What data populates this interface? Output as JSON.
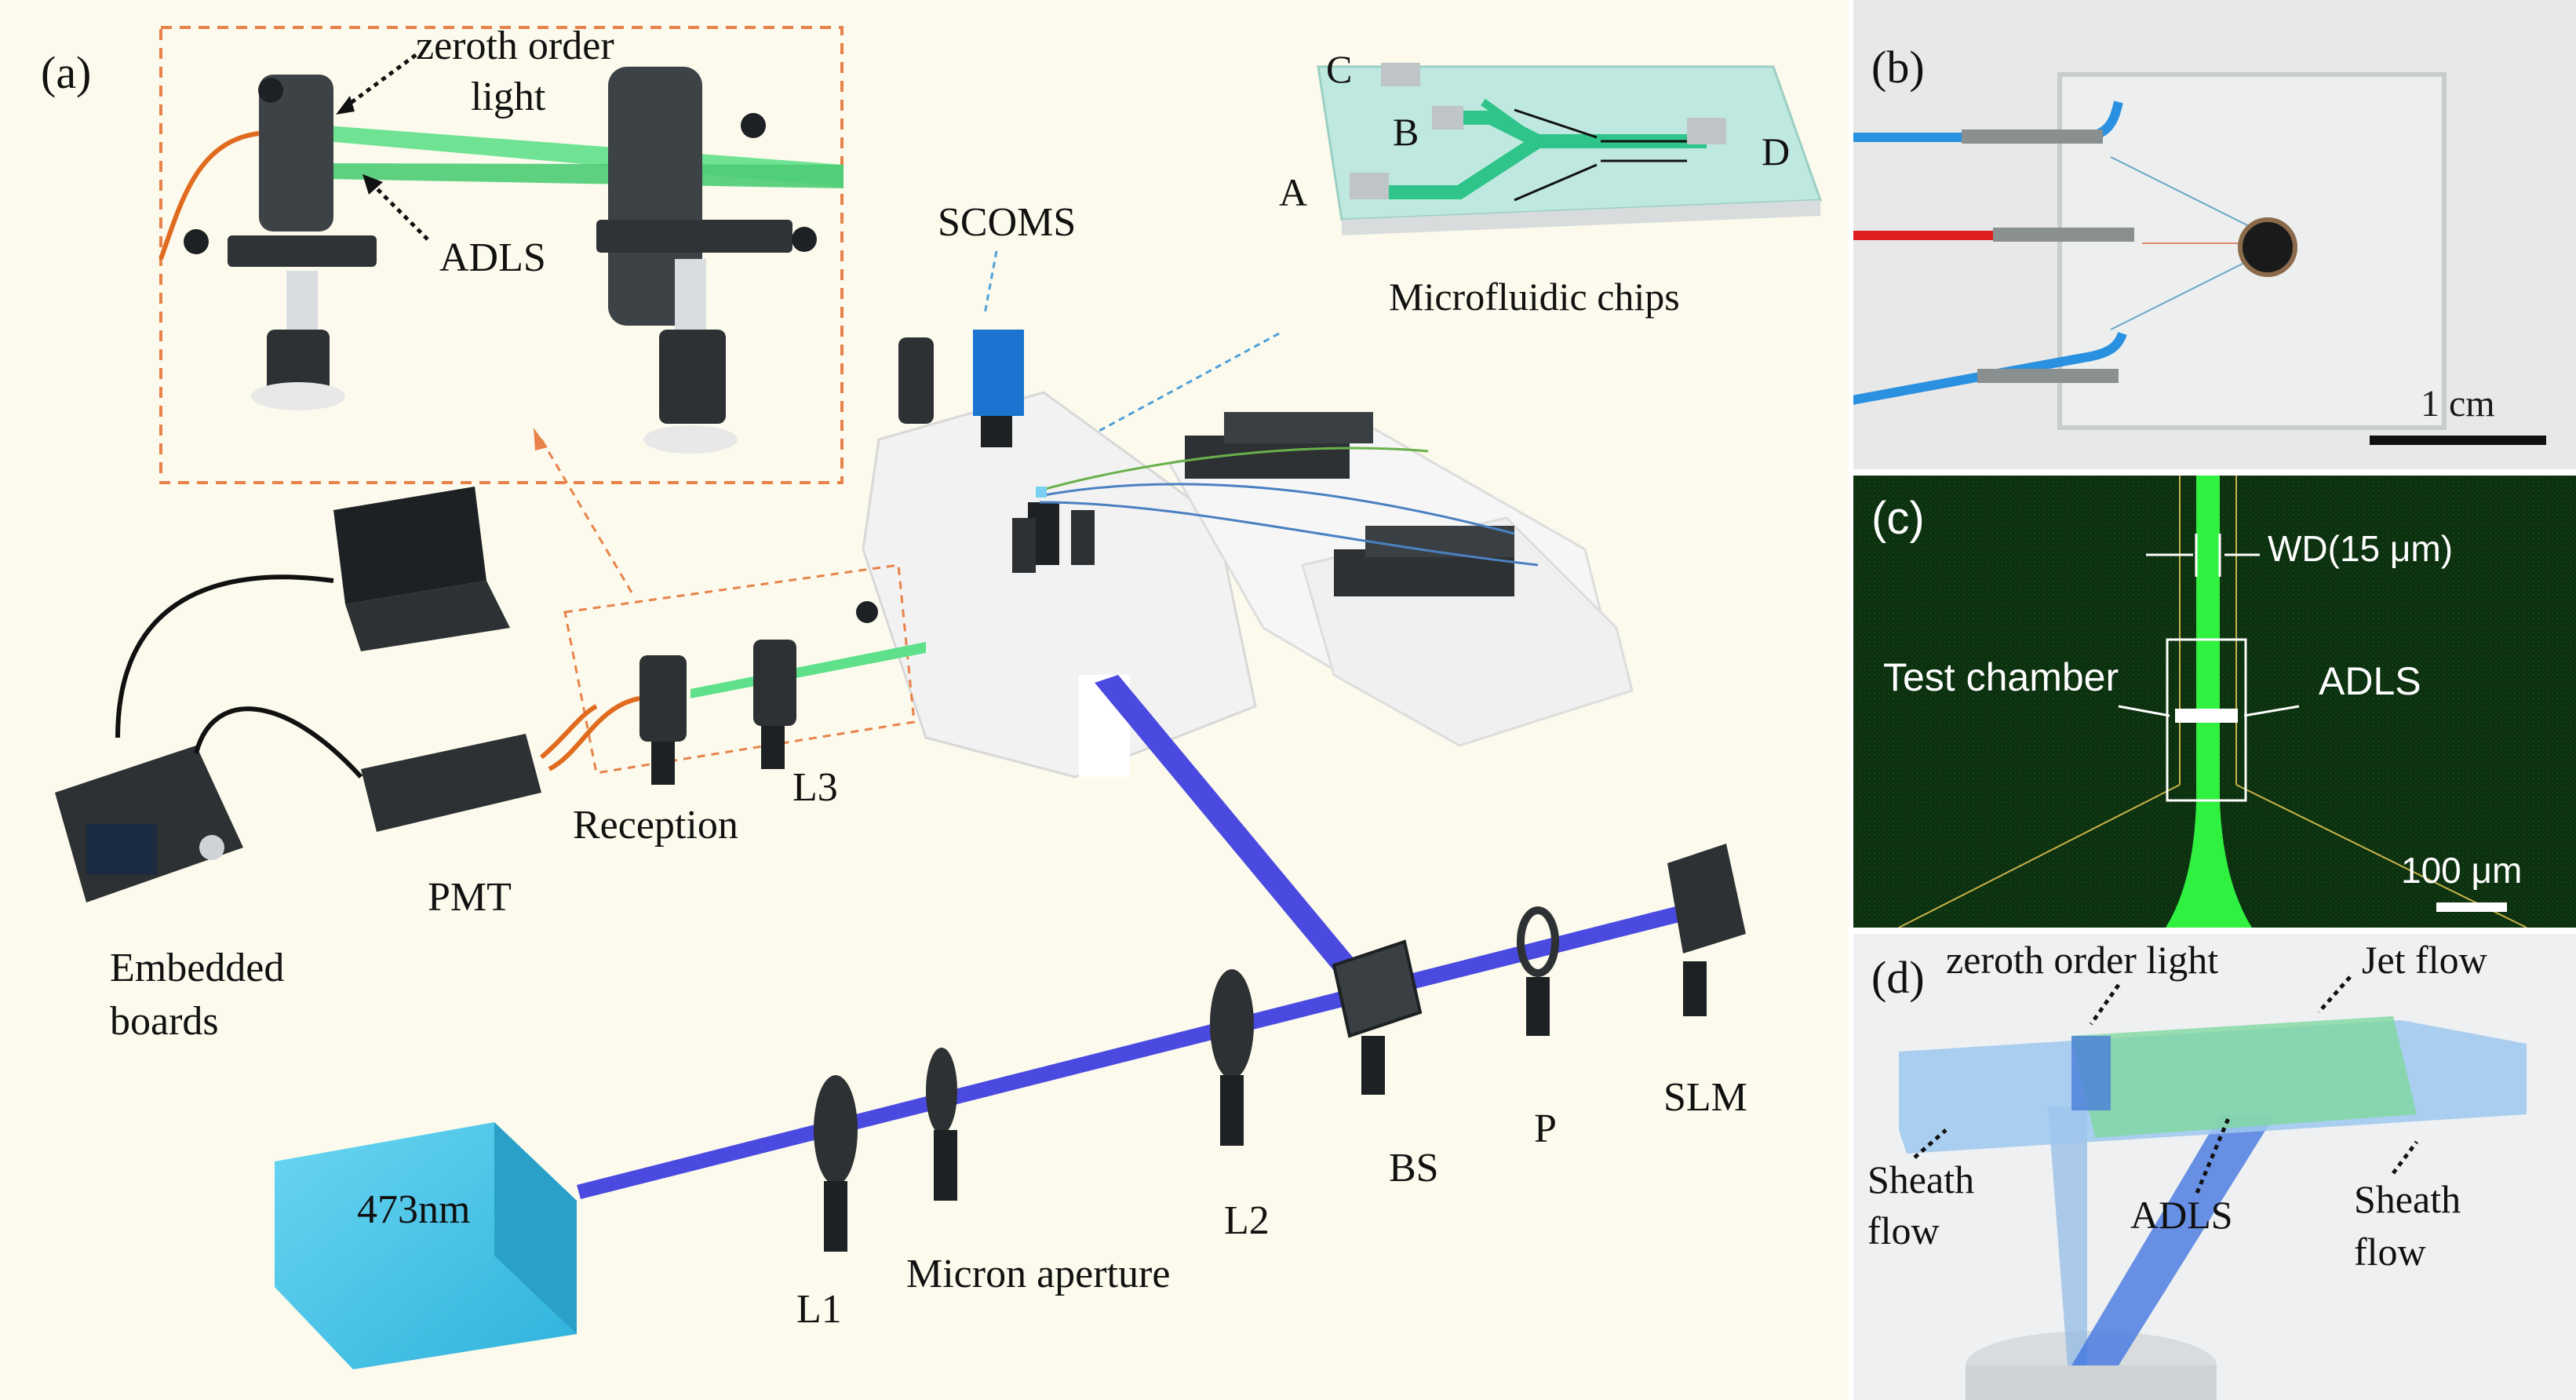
{
  "panel_a": {
    "tag": "(a)",
    "inset_labels": {
      "zeroth": "zeroth order",
      "light": "light",
      "adls": "ADLS"
    },
    "chip_labels": {
      "a": "A",
      "b": "B",
      "c": "C",
      "d": "D",
      "title": "Microfluidic chips"
    },
    "scoms": "SCOMS",
    "components": {
      "reception": "Reception",
      "l3": "L3",
      "pmt": "PMT",
      "embedded_1": "Embedded",
      "embedded_2": "boards",
      "laser": "473nm",
      "l1": "L1",
      "aperture": "Micron aperture",
      "l2": "L2",
      "bs": "BS",
      "p": "P",
      "slm": "SLM"
    }
  },
  "panel_b": {
    "tag": "(b)",
    "scale": "1 cm"
  },
  "panel_c": {
    "tag": "(c)",
    "wd": "WD(15 μm)",
    "test_chamber": "Test chamber",
    "adls": "ADLS",
    "scale": "100 μm"
  },
  "panel_d": {
    "tag": "(d)",
    "zeroth": "zeroth order light",
    "jet": "Jet flow",
    "sheath_left_1": "Sheath",
    "sheath_left_2": "flow",
    "adls": "ADLS",
    "sheath_right_1": "Sheath",
    "sheath_right_2": "flow"
  },
  "colors": {
    "panel_a_bg": "#fbfaec",
    "laser_blue": "#4a4ae0",
    "green_beam": "#5fe08a",
    "laser_box": "#45c8ea",
    "inset_border": "#e8824a",
    "fiber": "#e06a1e",
    "panel_c_bg": "#0c300f",
    "channel_green": "#30f040"
  }
}
